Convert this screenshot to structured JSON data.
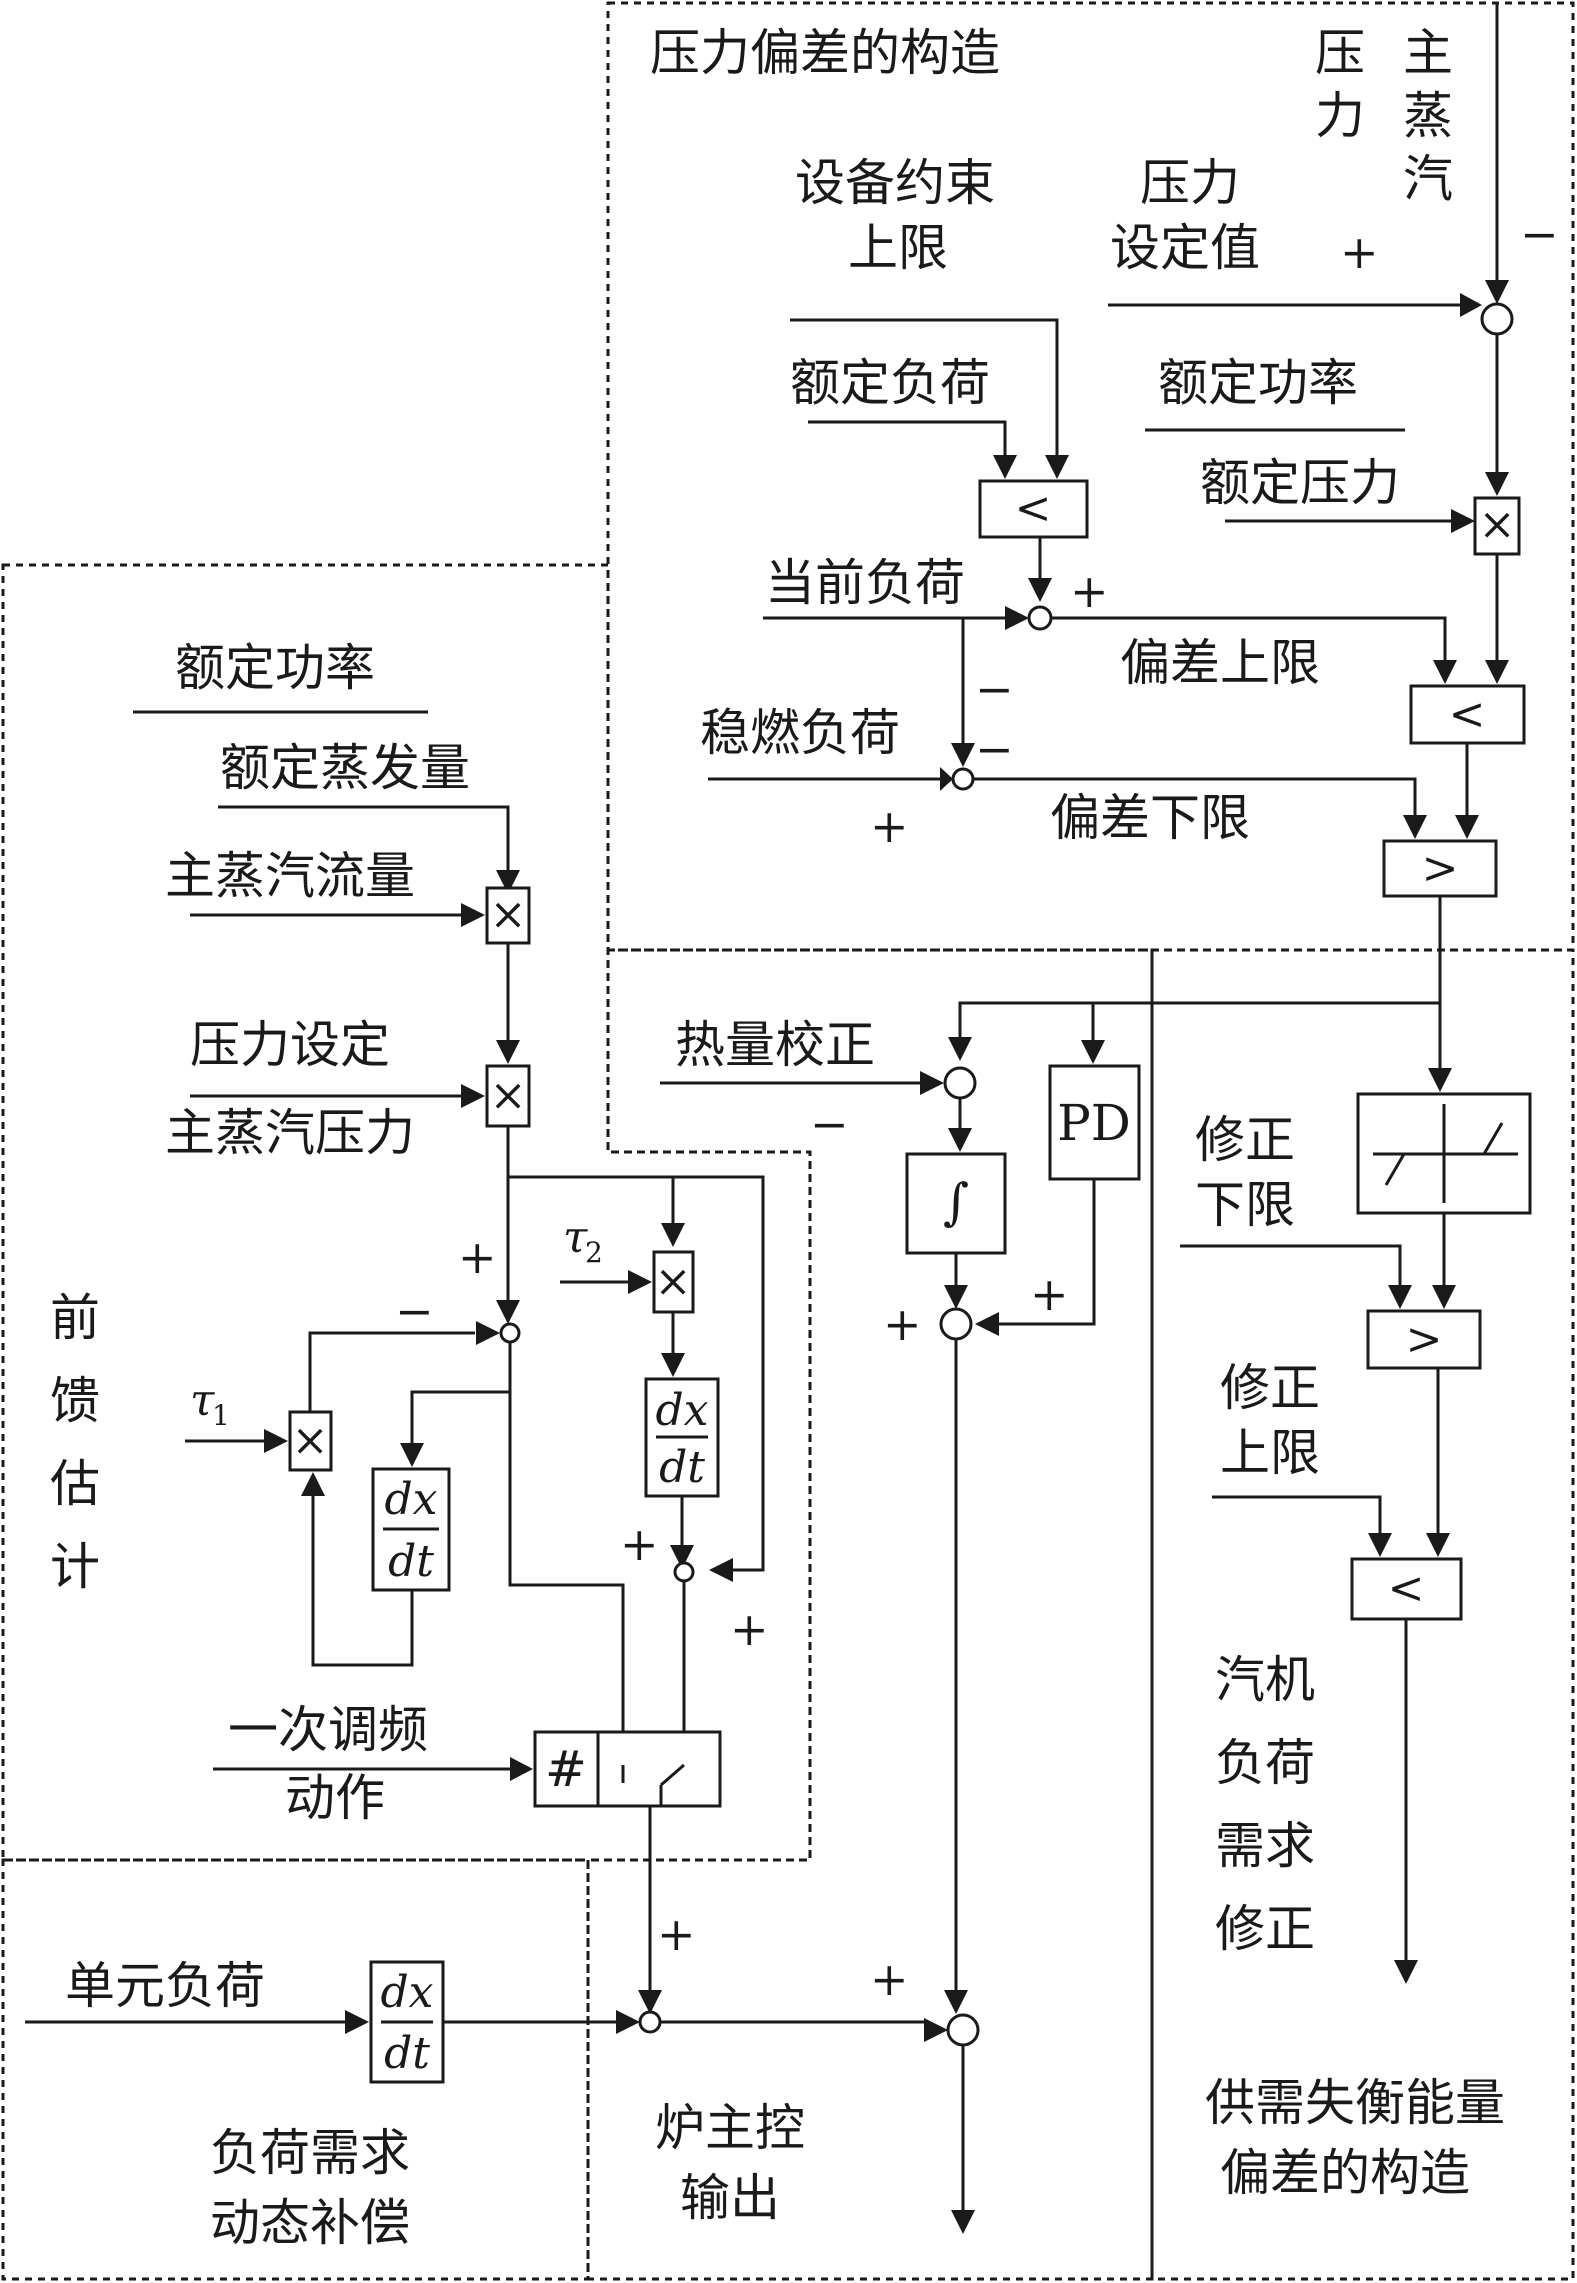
{
  "regions": {
    "pressure_deviation": "压力偏差的构造",
    "feedforward": [
      "前",
      "馈",
      "估",
      "计"
    ],
    "load_dynamic_comp": [
      "负荷需求",
      "动态补偿"
    ],
    "boiler_master": [
      "炉主控",
      "输出"
    ],
    "imbalance": [
      "供需失衡能量",
      "偏差的构造"
    ]
  },
  "signals": {
    "main_steam_pressure": [
      "压",
      "力"
    ],
    "main_steam_pressure_b": [
      "主",
      "蒸",
      "汽"
    ],
    "equipment_limit": [
      "设备约束",
      "上限"
    ],
    "pressure_setpoint": [
      "压力",
      "设定值"
    ],
    "rated_load": "额定负荷",
    "rated_power_top": "额定功率",
    "rated_pressure": "额定压力",
    "current_load": "当前负荷",
    "dev_upper": "偏差上限",
    "stable_combustion_load": "稳燃负荷",
    "dev_lower": "偏差下限",
    "heat_correction": "热量校正",
    "corr_lower": [
      "修正",
      "下限"
    ],
    "corr_upper": [
      "修正",
      "上限"
    ],
    "turbine_correction": [
      "汽机",
      "负荷",
      "需求",
      "修正"
    ],
    "rated_power_left": "额定功率",
    "rated_evaporation": "额定蒸发量",
    "main_steam_flow": "主蒸汽流量",
    "pressure_set": "压力设定",
    "main_steam_pres": "主蒸汽压力",
    "tau1": "τ",
    "tau1_sub": "1",
    "tau2": "τ",
    "tau2_sub": "2",
    "primary_freq": [
      "一次调频",
      "动作"
    ],
    "unit_load": "单元负荷"
  },
  "blocks": {
    "min": "<",
    "max": ">",
    "mult": "×",
    "pd": "PD",
    "integral": "∫",
    "deriv_num": "dx",
    "deriv_den": "dt",
    "hash": "#"
  },
  "signs": {
    "plus": "+",
    "minus": "−"
  }
}
